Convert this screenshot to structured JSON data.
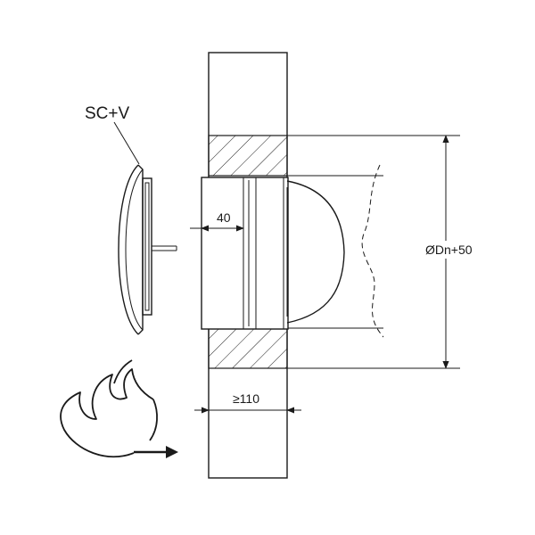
{
  "labels": {
    "product_code": "SC+V",
    "inset_depth": "40",
    "wall_thickness": "≥110",
    "opening_diameter": "ØDn+50"
  },
  "colors": {
    "line": "#1a1a1a",
    "background": "#ffffff"
  },
  "icons": {
    "fire": "flame-icon",
    "direction": "arrow-right-icon"
  }
}
